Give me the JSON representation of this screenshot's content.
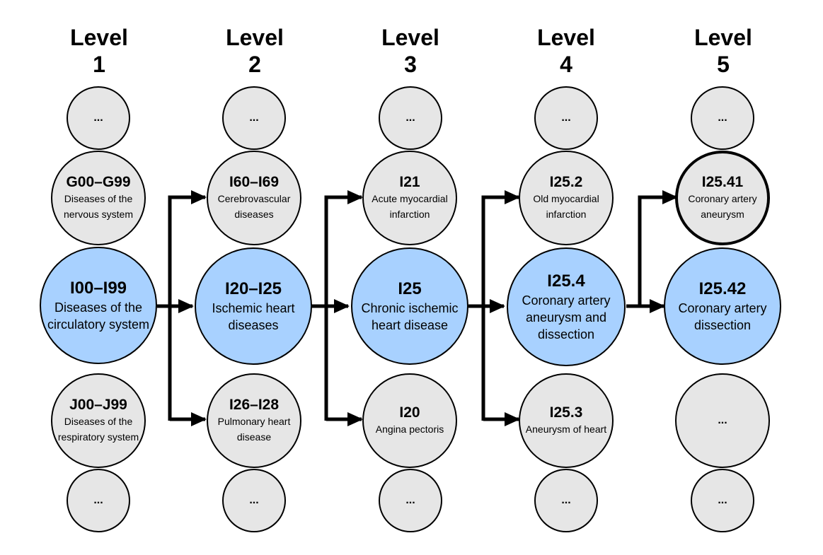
{
  "levels": [
    {
      "line1": "Level",
      "line2": "1"
    },
    {
      "line1": "Level",
      "line2": "2"
    },
    {
      "line1": "Level",
      "line2": "3"
    },
    {
      "line1": "Level",
      "line2": "4"
    },
    {
      "line1": "Level",
      "line2": "5"
    }
  ],
  "ellipsis": "...",
  "nodes": {
    "g00_g99": {
      "code": "G00–G99",
      "desc": "Diseases of the nervous system"
    },
    "i00_i99": {
      "code": "I00–I99",
      "desc": "Diseases of the circulatory system"
    },
    "j00_j99": {
      "code": "J00–J99",
      "desc": "Diseases of the respiratory system"
    },
    "i60_i69": {
      "code": "I60–I69",
      "desc": "Cerebrovascular diseases"
    },
    "i20_i25": {
      "code": "I20–I25",
      "desc": "Ischemic heart diseases"
    },
    "i26_i28": {
      "code": "I26–I28",
      "desc": "Pulmonary heart disease"
    },
    "i21": {
      "code": "I21",
      "desc": "Acute myocardial infarction"
    },
    "i25": {
      "code": "I25",
      "desc": "Chronic ischemic heart disease"
    },
    "i20": {
      "code": "I20",
      "desc": "Angina pectoris"
    },
    "i25_2": {
      "code": "I25.2",
      "desc": "Old myocardial infarction"
    },
    "i25_4": {
      "code": "I25.4",
      "desc": "Coronary artery aneurysm and dissection"
    },
    "i25_3": {
      "code": "I25.3",
      "desc": "Aneurysm of heart"
    },
    "i25_41": {
      "code": "I25.41",
      "desc": "Coronary artery aneurysm"
    },
    "i25_42": {
      "code": "I25.42",
      "desc": "Coronary artery dissection"
    }
  },
  "colors": {
    "node_fill": "#e6e6e6",
    "highlight_fill": "#a8d1ff",
    "stroke": "#000000"
  }
}
